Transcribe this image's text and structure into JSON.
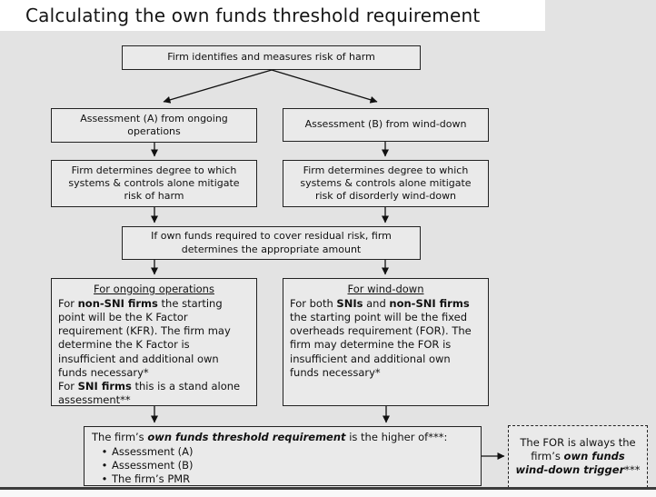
{
  "title": "Calculating the own funds threshold requirement",
  "colors": {
    "canvas_bg": "#e3e3e3",
    "box_fill": "#eaeaea",
    "border": "#222222"
  },
  "nodes": {
    "top": {
      "text": "Firm identifies and measures risk of harm"
    },
    "assessA": {
      "text": "Assessment (A) from ongoing operations"
    },
    "assessB": {
      "text": "Assessment (B) from wind-down"
    },
    "mitigateA": {
      "text": "Firm determines degree to which systems & controls alone mitigate risk of harm"
    },
    "mitigateB": {
      "text": "Firm determines degree to which systems & controls alone mitigate risk of disorderly wind-down"
    },
    "residual": {
      "text": "If own funds required to cover residual risk, firm determines the appropriate amount"
    },
    "ongoing": {
      "heading": "For ongoing operations",
      "p1": [
        {
          "t": "For "
        },
        {
          "t": "non-SNI firms",
          "b": true
        },
        {
          "t": " the starting point will be the K Factor requirement (KFR). The firm may determine the K Factor is insufficient and additional own funds necessary*"
        }
      ],
      "p2": [
        {
          "t": "For "
        },
        {
          "t": "SNI firms",
          "b": true
        },
        {
          "t": " this is a stand alone assessment**"
        }
      ]
    },
    "winddown": {
      "heading": "For wind-down",
      "p1": [
        {
          "t": "For both "
        },
        {
          "t": "SNIs",
          "b": true
        },
        {
          "t": " and "
        },
        {
          "t": "non-SNI firms",
          "b": true
        },
        {
          "t": " the starting point will be the fixed overheads requirement (FOR). The firm may determine the FOR is insufficient and additional own funds necessary*"
        }
      ]
    },
    "threshold": {
      "intro": [
        {
          "t": "The firm’s "
        },
        {
          "t": "own funds threshold requirement",
          "b": true,
          "i": true
        },
        {
          "t": " is the higher of***:"
        }
      ],
      "bullet_glyph": "•",
      "bullets": [
        "Assessment (A)",
        "Assessment (B)",
        "The firm’s PMR"
      ]
    },
    "trigger": {
      "text": [
        {
          "t": "The FOR is always the firm’s "
        },
        {
          "t": "own funds wind-down trigger",
          "b": true,
          "i": true
        },
        {
          "t": "***"
        }
      ]
    }
  }
}
